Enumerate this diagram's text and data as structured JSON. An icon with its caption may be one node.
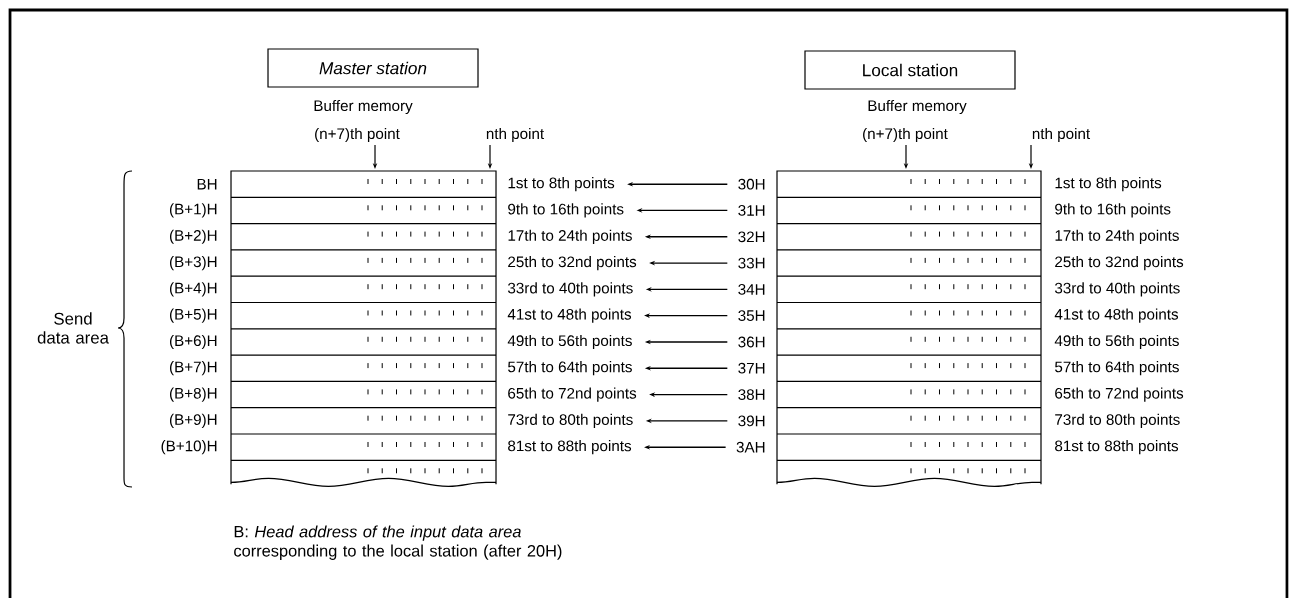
{
  "diagram": {
    "nodes": [
      {
        "text": [
          "Master station"
        ]
      },
      {
        "text": [
          "Local station"
        ]
      },
      {
        "text": [
          "1st to 8th points"
        ]
      },
      {
        "text": [
          "9th to 16th points"
        ]
      },
      {
        "text": [
          "17th to 24th points"
        ]
      },
      {
        "text": [
          "25th to 32nd points"
        ]
      },
      {
        "text": [
          "33rd to 40th points"
        ]
      },
      {
        "text": [
          "41st to 48th points"
        ]
      },
      {
        "text": [
          "49th to 56th points"
        ]
      },
      {
        "text": [
          "57th to 64th points"
        ]
      },
      {
        "text": [
          "65th to 72nd points"
        ]
      },
      {
        "text": [
          "73rd to 80th points"
        ]
      },
      {
        "text": [
          "81st to 88th points"
        ]
      },
      {
        "text": [
          "30H"
        ]
      },
      {
        "text": [
          "31H"
        ]
      },
      {
        "text": [
          "32H"
        ]
      },
      {
        "text": [
          "33H"
        ]
      },
      {
        "text": [
          "34H"
        ]
      },
      {
        "text": [
          "35H"
        ]
      },
      {
        "text": [
          "36H"
        ]
      },
      {
        "text": [
          "37H"
        ]
      },
      {
        "text": [
          "38H"
        ]
      },
      {
        "text": [
          "39H"
        ]
      },
      {
        "text": [
          "3AH"
        ]
      }
    ],
    "edges": [
      {
        "from": 13,
        "to": 2,
        "arrow": "to"
      },
      {
        "from": 14,
        "to": 3,
        "arrow": "to"
      },
      {
        "from": 15,
        "to": 4,
        "arrow": "to"
      },
      {
        "from": 16,
        "to": 5,
        "arrow": "to"
      },
      {
        "from": 17,
        "to": 6,
        "arrow": "to"
      },
      {
        "from": 18,
        "to": 7,
        "arrow": "to"
      },
      {
        "from": 19,
        "to": 8,
        "arrow": "to"
      },
      {
        "from": 20,
        "to": 9,
        "arrow": "to"
      },
      {
        "from": 21,
        "to": 10,
        "arrow": "to"
      },
      {
        "from": 22,
        "to": 11,
        "arrow": "to"
      },
      {
        "from": 23,
        "to": 12,
        "arrow": "to"
      }
    ],
    "labels": [
      "Buffer memory",
      "(n+7)th point",
      "nth point",
      "Buffer memory",
      "(n+7)th point",
      "nth point",
      "Send data area",
      "BH",
      "(B+1)H",
      "(B+2)H",
      "(B+3)H",
      "(B+4)H",
      "(B+5)H",
      "(B+6)H",
      "(B+7)H",
      "(B+8)H",
      "(B+9)H",
      "(B+10)H",
      "1st to 8th points",
      "9th to 16th points",
      "17th to 24th points",
      "25th to 32nd points",
      "33rd to 40th points",
      "41st to 48th points",
      "49th to 56th points",
      "57th to 64th points",
      "65th to 72nd points",
      "73rd to 80th points",
      "81st to 88th points",
      "B: *Head address of the input data area* corresponding to the local station (after 20H)"
    ]
  }
}
